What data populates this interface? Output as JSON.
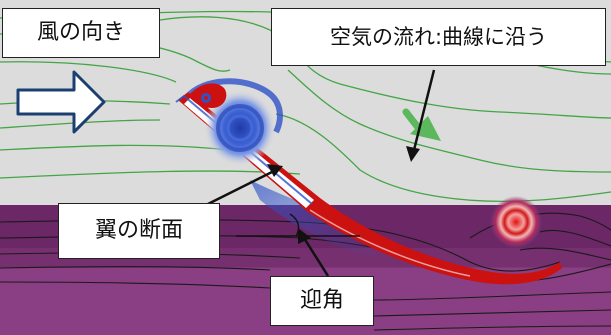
{
  "labels": {
    "wind_direction": "風の向き",
    "air_flow": "空気の流れ:曲線に沿う",
    "wing_section": "翼の断面",
    "attack_angle": "迎角"
  },
  "colors": {
    "upper_background": "#dcdcdc",
    "lower_background": "#8a3f84",
    "lower_band": "#6b2766",
    "streamline_upper": "#44a544",
    "streamline_lower": "#1a1a1a",
    "wing_red": "#cc1111",
    "vortex_blue": "#2f52c8",
    "flow_arrow": "#5cb85c"
  },
  "icons": [
    "wind-arrow-icon",
    "flow-direction-icon"
  ]
}
